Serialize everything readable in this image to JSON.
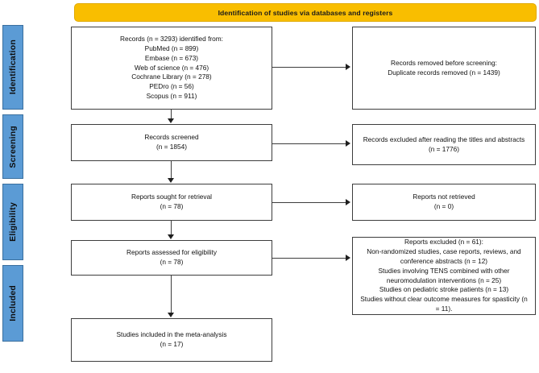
{
  "banner": {
    "title": "Identification of studies via databases and registers"
  },
  "colors": {
    "banner_background": "#F9BE00",
    "stage_background": "#5B9BD5",
    "box_border": "#3D3D3D",
    "page_background": "#FFFFFF"
  },
  "stages": [
    {
      "label": "Identification"
    },
    {
      "label": "Screening"
    },
    {
      "label": "Eligibility"
    },
    {
      "label": "Included"
    }
  ],
  "boxes": {
    "records_identified": "Records (n = 3293) identified from:\nPubMed (n = 899)\nEmbase (n = 673)\nWeb of science (n = 476)\nCochrane Library (n = 278)\nPEDro (n = 56)\nScopus (n = 911)",
    "records_removed": "Records removed before screening:\nDuplicate records removed  (n = 1439)",
    "records_screened": "Records screened\n(n = 1854)",
    "records_excluded": "Records excluded after reading the titles and abstracts\n(n = 1776)",
    "reports_sought": "Reports sought for retrieval\n(n = 78)",
    "reports_not_retrieved": "Reports not retrieved\n(n = 0)",
    "reports_assessed": "Reports assessed for eligibility\n(n = 78)",
    "reports_excluded": "Reports excluded (n = 61):\nNon-randomized studies, case reports, reviews, and conference abstracts (n = 12)\nStudies involving TENS combined with other neuromodulation interventions (n = 25)\nStudies on pediatric stroke patients (n = 13)\nStudies without clear outcome measures for spasticity (n = 11).",
    "studies_included": "Studies included in the meta-analysis\n(n = 17)"
  },
  "chart_data": {
    "type": "diagram",
    "title": "PRISMA 2020 flow diagram",
    "subtitle": "Identification of studies via databases and registers",
    "nodes": [
      {
        "id": "records_identified",
        "stage": "Identification",
        "column": "left",
        "total": 3293,
        "sources": [
          {
            "name": "PubMed",
            "n": 899
          },
          {
            "name": "Embase",
            "n": 673
          },
          {
            "name": "Web of science",
            "n": 476
          },
          {
            "name": "Cochrane Library",
            "n": 278
          },
          {
            "name": "PEDro",
            "n": 56
          },
          {
            "name": "Scopus",
            "n": 911
          }
        ]
      },
      {
        "id": "records_removed",
        "stage": "Identification",
        "column": "right",
        "duplicates_removed": 1439
      },
      {
        "id": "records_screened",
        "stage": "Screening",
        "column": "left",
        "n": 1854
      },
      {
        "id": "records_excluded",
        "stage": "Screening",
        "column": "right",
        "n": 1776
      },
      {
        "id": "reports_sought",
        "stage": "Eligibility",
        "column": "left",
        "n": 78
      },
      {
        "id": "reports_not_retrieved",
        "stage": "Eligibility",
        "column": "right",
        "n": 0
      },
      {
        "id": "reports_assessed",
        "stage": "Eligibility",
        "column": "left",
        "n": 78
      },
      {
        "id": "reports_excluded",
        "stage": "Eligibility",
        "column": "right",
        "n": 61,
        "reasons": [
          {
            "reason": "Non-randomized studies, case reports, reviews, and conference abstracts",
            "n": 12
          },
          {
            "reason": "Studies involving TENS combined with other neuromodulation interventions",
            "n": 25
          },
          {
            "reason": "Studies on pediatric stroke patients",
            "n": 13
          },
          {
            "reason": "Studies without clear outcome measures for spasticity",
            "n": 11
          }
        ]
      },
      {
        "id": "studies_included",
        "stage": "Included",
        "column": "left",
        "n": 17
      }
    ],
    "edges": [
      {
        "from": "records_identified",
        "to": "records_removed",
        "direction": "right"
      },
      {
        "from": "records_identified",
        "to": "records_screened",
        "direction": "down"
      },
      {
        "from": "records_screened",
        "to": "records_excluded",
        "direction": "right"
      },
      {
        "from": "records_screened",
        "to": "reports_sought",
        "direction": "down"
      },
      {
        "from": "reports_sought",
        "to": "reports_not_retrieved",
        "direction": "right"
      },
      {
        "from": "reports_sought",
        "to": "reports_assessed",
        "direction": "down"
      },
      {
        "from": "reports_assessed",
        "to": "reports_excluded",
        "direction": "right"
      },
      {
        "from": "reports_assessed",
        "to": "studies_included",
        "direction": "down"
      }
    ]
  }
}
